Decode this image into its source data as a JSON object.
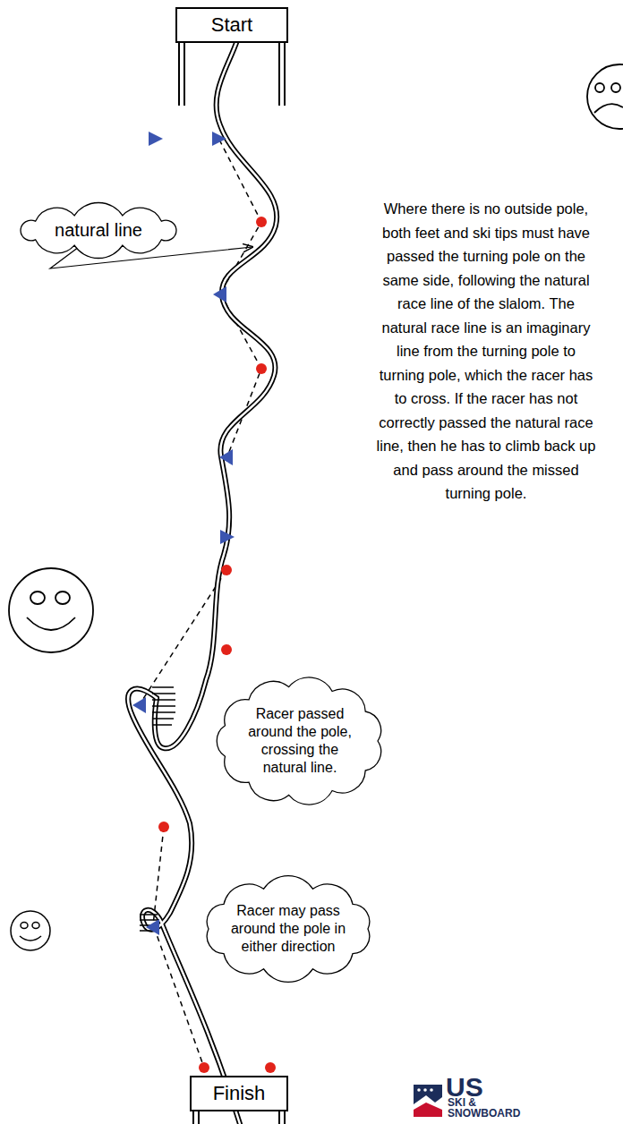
{
  "diagram": {
    "nodes": [
      {
        "text": [
          "Start"
        ]
      },
      {
        "text": [
          "natural line"
        ]
      },
      {
        "text": [
          "Racer passed around the pole, crossing the natural line."
        ]
      },
      {
        "text": [
          "Racer may pass around the pole in either direction"
        ]
      },
      {
        "text": [
          "Finish"
        ]
      }
    ],
    "labels": [
      "Where there is no outside pole, both feet and ski tips must have passed the turning pole on the same side, following the natural race line of the slalom. The natural race line is an imaginary line from the turning pole to turning pole, which the racer has to cross.  If the racer has not correctly passed the natural race line, then he has to climb back up and pass around the missed turning pole.",
      "US",
      "SKI &",
      "SNOWBOARD"
    ]
  }
}
